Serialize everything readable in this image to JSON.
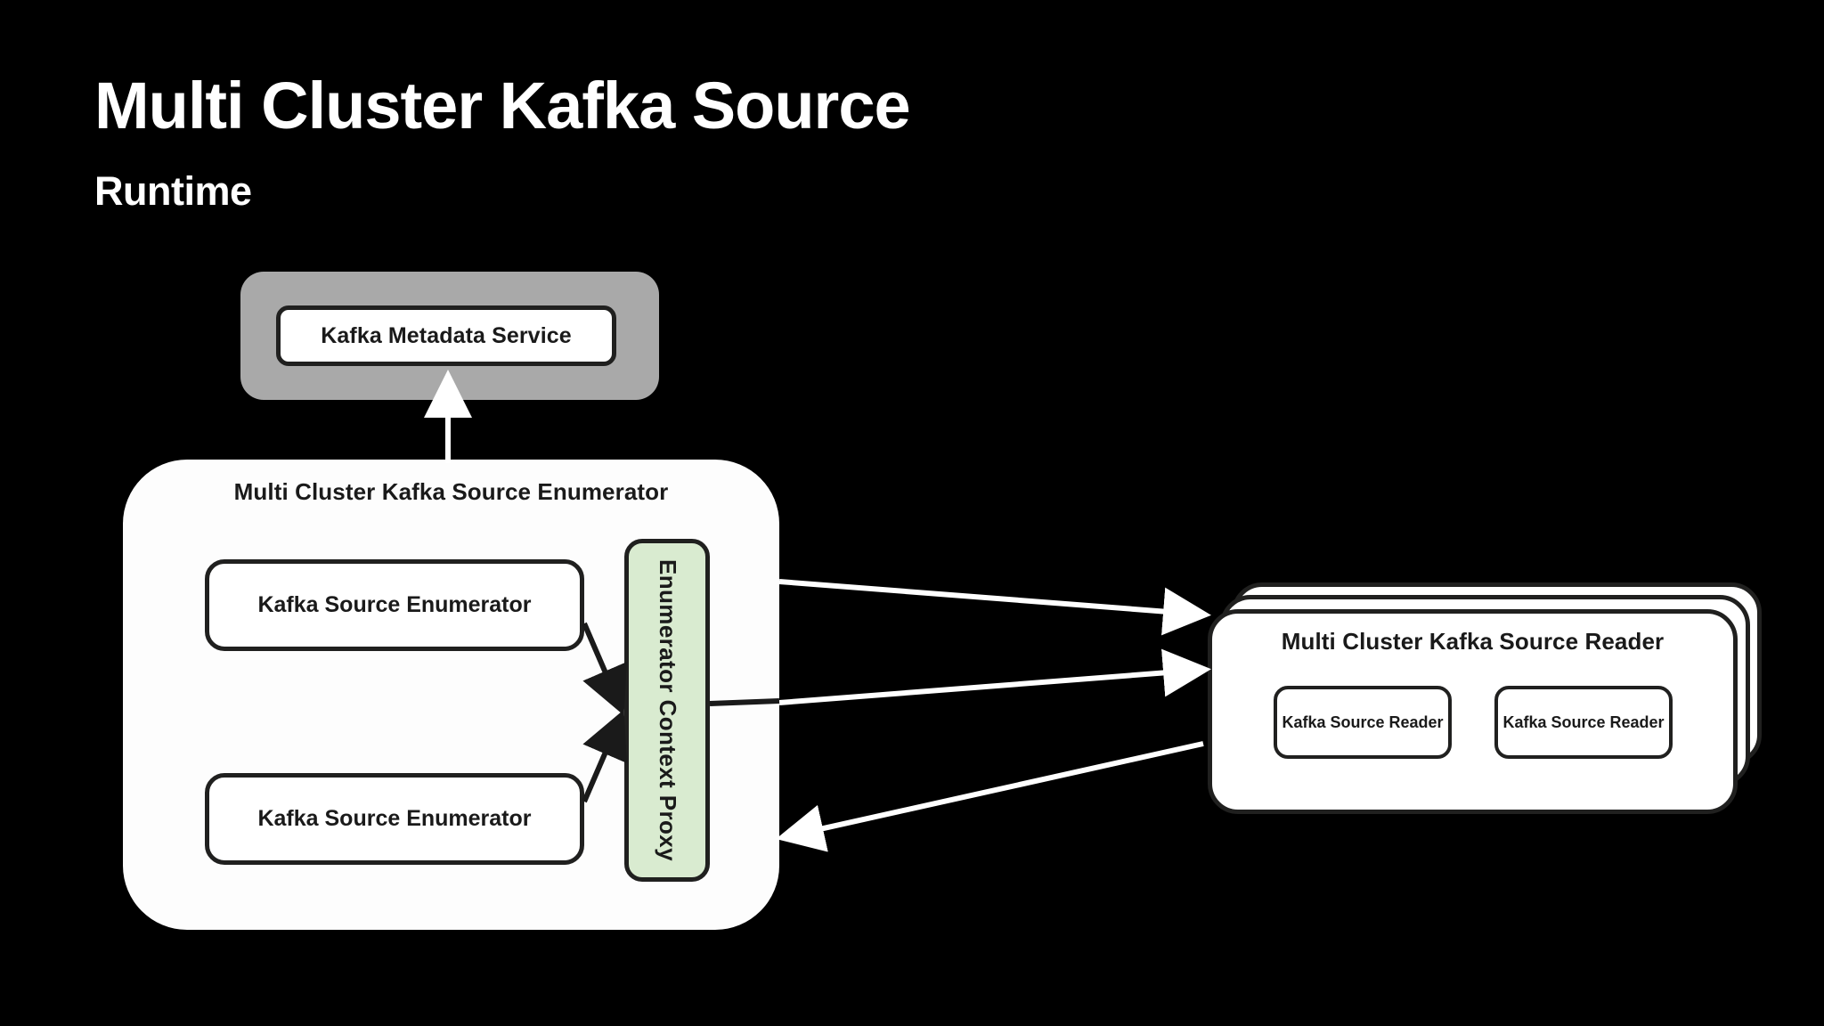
{
  "slide": {
    "background_color": "#000000",
    "title": "Multi Cluster Kafka Source",
    "subtitle": "Runtime"
  },
  "colors": {
    "background": "#000000",
    "title_text": "#ffffff",
    "node_text": "#1a1a1a",
    "node_fill": "#ffffff",
    "node_border": "#20201f",
    "metadata_wrapper_fill": "#a9a9a9",
    "proxy_fill": "#d9ebd0",
    "arrow_white": "#ffffff",
    "arrow_black": "#1a1a1a"
  },
  "diagram": {
    "metadata_group": {
      "wrapper_name": "kafka-metadata-service-wrapper",
      "box_label": "Kafka Metadata Service"
    },
    "enumerator_group": {
      "title": "Multi Cluster Kafka Source Enumerator",
      "enumerators": [
        {
          "label": "Kafka Source Enumerator"
        },
        {
          "label": "Kafka Source Enumerator"
        }
      ],
      "proxy": {
        "label": "Enumerator Context Proxy",
        "orientation": "vertical"
      }
    },
    "reader_group": {
      "stack_count": 3,
      "title": "Multi Cluster Kafka Source Reader",
      "readers": [
        {
          "label": "Kafka Source Reader"
        },
        {
          "label": "Kafka Source Reader"
        }
      ]
    },
    "connections": [
      {
        "name": "enumerator-to-metadata",
        "from": "Multi Cluster Kafka Source Enumerator",
        "to": "Kafka Metadata Service",
        "color": "#ffffff",
        "direction": "up"
      },
      {
        "name": "enumerator-top-to-proxy",
        "from": "Kafka Source Enumerator (top)",
        "to": "Enumerator Context Proxy",
        "color": "#1a1a1a",
        "direction": "right"
      },
      {
        "name": "enumerator-bottom-to-proxy",
        "from": "Kafka Source Enumerator (bottom)",
        "to": "Enumerator Context Proxy",
        "color": "#1a1a1a",
        "direction": "right"
      },
      {
        "name": "proxy-to-reader-upper",
        "from": "Enumerator Context Proxy",
        "to": "Multi Cluster Kafka Source Reader",
        "color": "#ffffff",
        "direction": "right"
      },
      {
        "name": "proxy-to-reader-middle",
        "from": "Enumerator Context Proxy",
        "to": "Multi Cluster Kafka Source Reader",
        "color": "#ffffff",
        "direction": "right"
      },
      {
        "name": "reader-to-enumerator",
        "from": "Multi Cluster Kafka Source Reader",
        "to": "Multi Cluster Kafka Source Enumerator",
        "color": "#ffffff",
        "direction": "left"
      }
    ]
  }
}
